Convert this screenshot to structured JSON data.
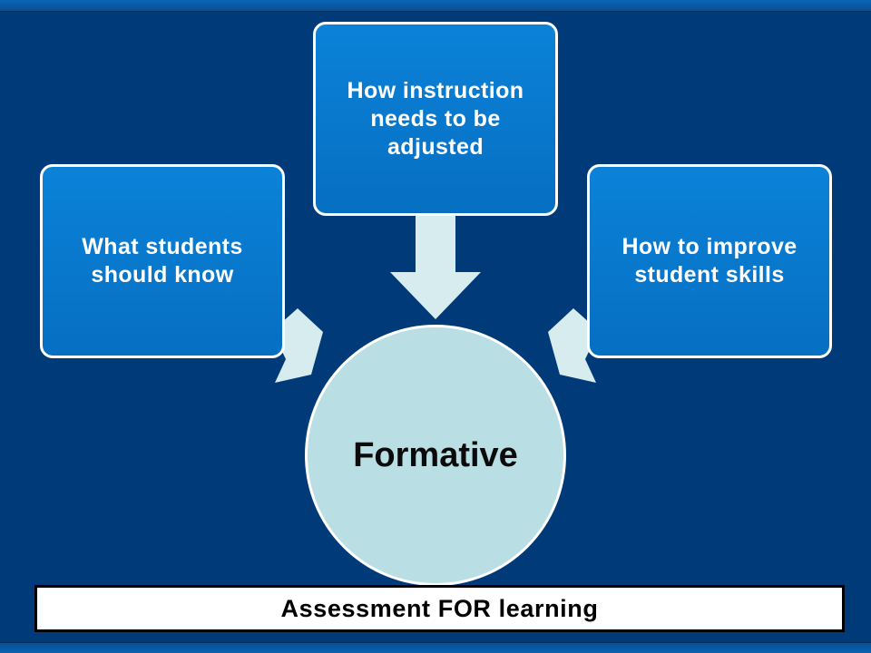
{
  "slide": {
    "colors": {
      "background": "#003a78",
      "box_fill": "#0878cf",
      "circle_fill": "#b9dee3",
      "arrow_fill": "#d6ecef"
    },
    "boxes": {
      "left": "What students should know",
      "top": "How instruction needs to be adjusted",
      "right": "How to improve student skills"
    },
    "center": "Formative",
    "footer": "Assessment FOR learning"
  }
}
